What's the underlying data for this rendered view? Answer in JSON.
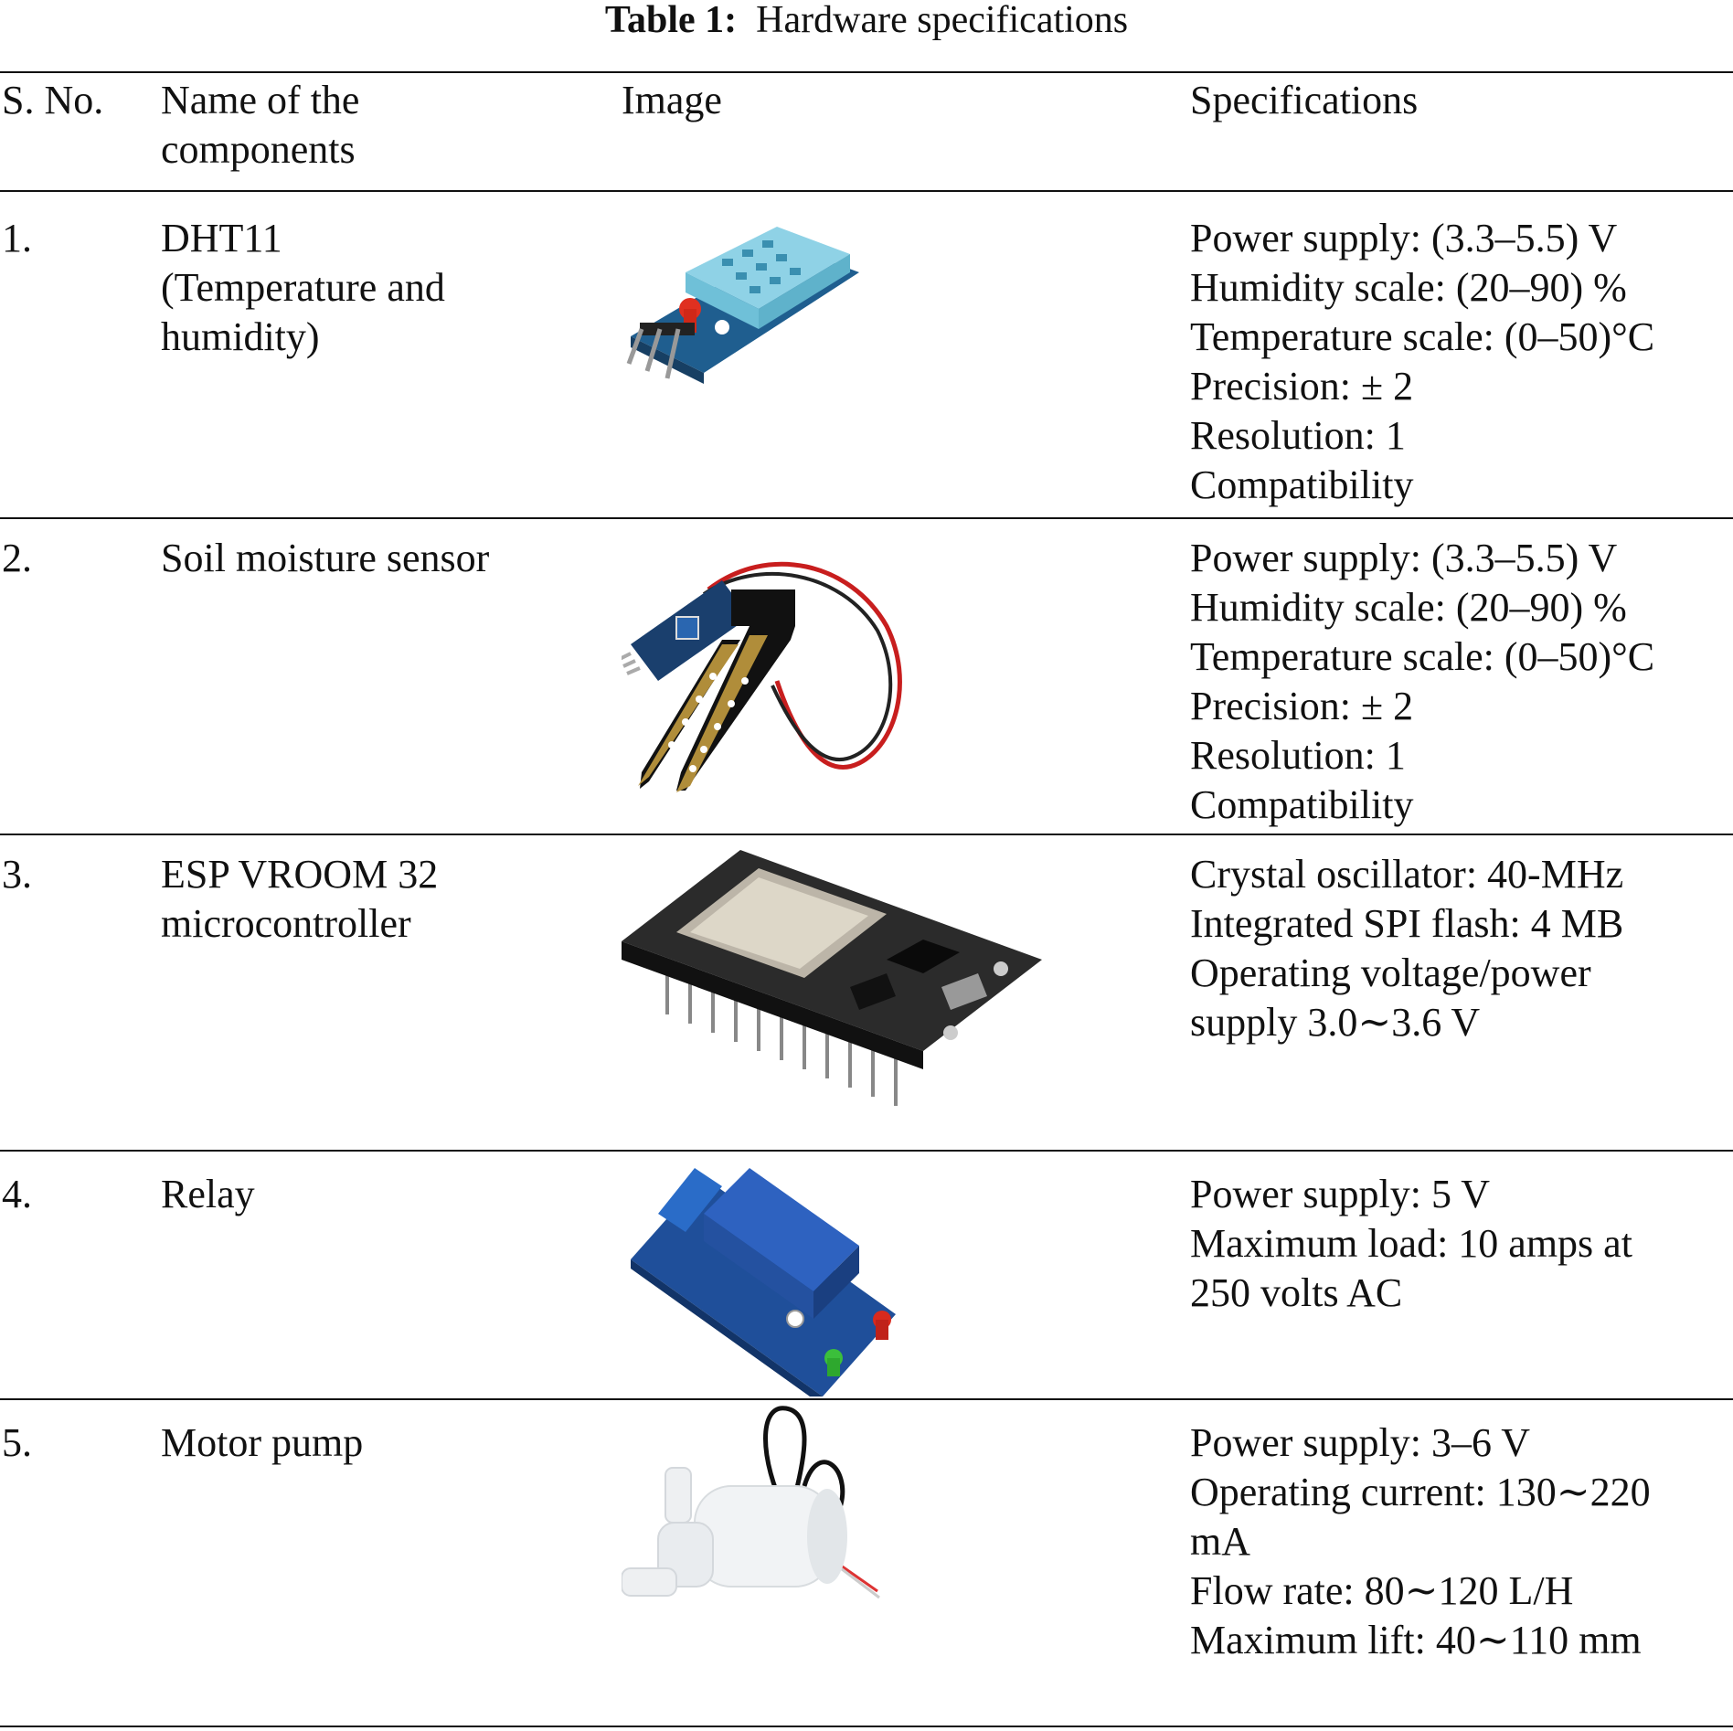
{
  "caption": {
    "label": "Table 1:",
    "title": "Hardware specifications"
  },
  "headers": {
    "sno": "S. No.",
    "name": [
      "Name of the",
      "components"
    ],
    "image": "Image",
    "specs": "Specifications"
  },
  "rows": [
    {
      "sno": "1.",
      "name": [
        "DHT11",
        "(Temperature and",
        "humidity)"
      ],
      "image": "dht11-sensor-photo",
      "specs": [
        "Power supply: (3.3–5.5) V",
        "Humidity scale: (20–90) %",
        "Temperature scale: (0–50)°C",
        "Precision: ± 2",
        "Resolution: 1",
        "Compatibility"
      ]
    },
    {
      "sno": "2.",
      "name": [
        "Soil moisture sensor"
      ],
      "image": "soil-moisture-sensor-photo",
      "specs": [
        "Power supply: (3.3–5.5) V",
        "Humidity scale: (20–90) %",
        "Temperature scale: (0–50)°C",
        "Precision: ± 2",
        "Resolution: 1",
        "Compatibility"
      ]
    },
    {
      "sno": "3.",
      "name": [
        "ESP VROOM 32",
        "microcontroller"
      ],
      "image": "esp32-board-photo",
      "specs": [
        "Crystal oscillator: 40-MHz",
        "Integrated SPI flash: 4 MB",
        "Operating voltage/power",
        "supply 3.0∼3.6 V"
      ]
    },
    {
      "sno": "4.",
      "name": [
        "Relay"
      ],
      "image": "relay-module-photo",
      "specs": [
        "Power supply: 5 V",
        "Maximum load: 10 amps at",
        "250 volts AC"
      ]
    },
    {
      "sno": "5.",
      "name": [
        "Motor pump"
      ],
      "image": "motor-pump-photo",
      "specs": [
        "Power supply: 3–6 V",
        "Operating current: 130∼220",
        "mA",
        "Flow rate: 80∼120 L/H",
        "Maximum lift: 40∼110 mm"
      ]
    }
  ]
}
